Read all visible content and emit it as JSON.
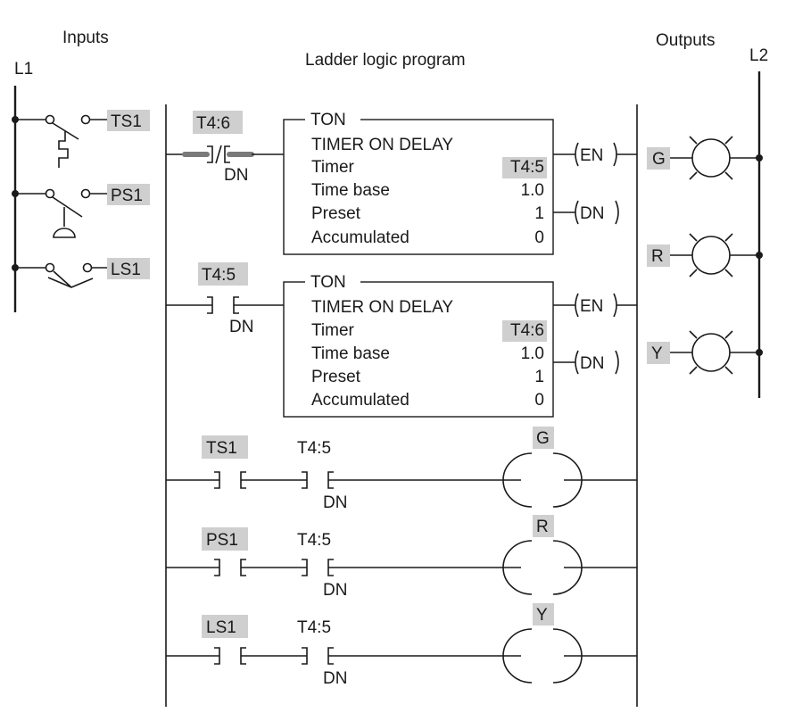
{
  "headings": {
    "inputs": "Inputs",
    "program": "Ladder logic program",
    "outputs": "Outputs",
    "l1": "L1",
    "l2": "L2"
  },
  "inputs": [
    {
      "tag": "TS1"
    },
    {
      "tag": "PS1"
    },
    {
      "tag": "LS1"
    }
  ],
  "timers": [
    {
      "contact_tag": "T4:6",
      "contact_bit": "DN",
      "contact_type": "XIO",
      "block_type": "TON",
      "block_title": "TIMER ON DELAY",
      "rows": [
        {
          "label": "Timer",
          "value": "T4:5"
        },
        {
          "label": "Time base",
          "value": "1.0"
        },
        {
          "label": "Preset",
          "value": "1"
        },
        {
          "label": "Accumulated",
          "value": "0"
        }
      ],
      "en": "EN",
      "dn": "DN"
    },
    {
      "contact_tag": "T4:5",
      "contact_bit": "DN",
      "contact_type": "XIC",
      "block_type": "TON",
      "block_title": "TIMER ON DELAY",
      "rows": [
        {
          "label": "Timer",
          "value": "T4:6"
        },
        {
          "label": "Time base",
          "value": "1.0"
        },
        {
          "label": "Preset",
          "value": "1"
        },
        {
          "label": "Accumulated",
          "value": "0"
        }
      ],
      "en": "EN",
      "dn": "DN"
    }
  ],
  "output_rungs": [
    {
      "contact1": "TS1",
      "contact2": "T4:5",
      "contact2_bit": "DN",
      "coil": "G"
    },
    {
      "contact1": "PS1",
      "contact2": "T4:5",
      "contact2_bit": "DN",
      "coil": "R"
    },
    {
      "contact1": "LS1",
      "contact2": "T4:5",
      "contact2_bit": "DN",
      "coil": "Y"
    }
  ],
  "outputs": [
    {
      "tag": "G"
    },
    {
      "tag": "R"
    },
    {
      "tag": "Y"
    }
  ],
  "colors": {
    "highlight": "#cfcfcf",
    "ink": "#1a1a1a"
  }
}
